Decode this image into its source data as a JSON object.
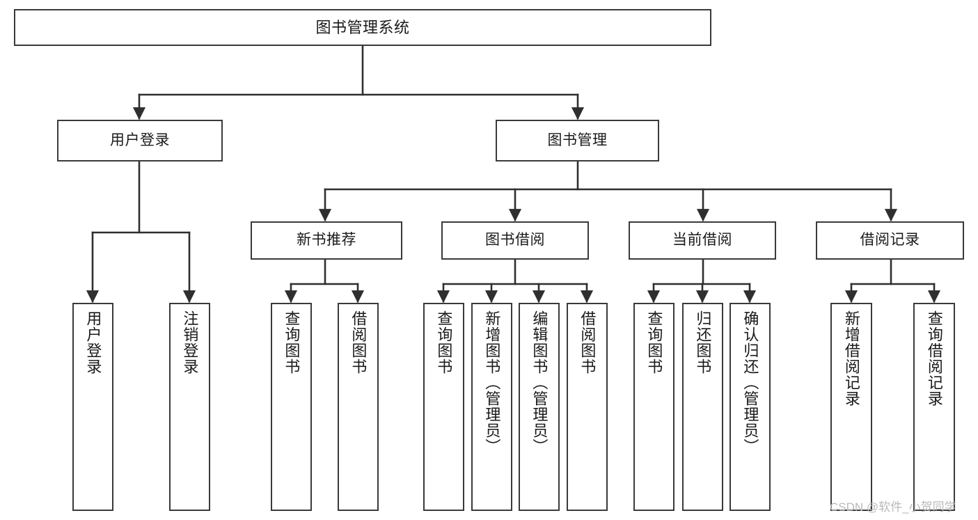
{
  "diagram": {
    "type": "tree-hierarchy",
    "title": "图书管理系统",
    "orientation": "top-down",
    "colors": {
      "box_border": "#3a3a3a",
      "box_fill": "#ffffff",
      "edge": "#2f2f2f",
      "text": "#1a1a1a",
      "watermark": "#b9b9b9",
      "background": "#ffffff"
    }
  },
  "nodes": {
    "root": {
      "label": "图书管理系统"
    },
    "level2": [
      {
        "id": "user-login",
        "label": "用户登录"
      },
      {
        "id": "book-manage",
        "label": "图书管理"
      }
    ],
    "level3": [
      {
        "id": "new-book-recommend",
        "label": "新书推荐"
      },
      {
        "id": "book-borrow",
        "label": "图书借阅"
      },
      {
        "id": "current-borrow",
        "label": "当前借阅"
      },
      {
        "id": "borrow-record",
        "label": "借阅记录"
      }
    ],
    "leaves": [
      {
        "id": "leaf-user-login",
        "label": "用户登录",
        "parent": "user-login"
      },
      {
        "id": "leaf-user-logout",
        "label": "注销登录",
        "parent": "user-login"
      },
      {
        "id": "leaf-query-book-1",
        "label": "查询图书",
        "parent": "new-book-recommend"
      },
      {
        "id": "leaf-borrow-book-1",
        "label": "借阅图书",
        "parent": "new-book-recommend"
      },
      {
        "id": "leaf-query-book-2",
        "label": "查询图书",
        "parent": "book-borrow"
      },
      {
        "id": "leaf-add-book",
        "label": "新增图书（管理员）",
        "parent": "book-borrow"
      },
      {
        "id": "leaf-edit-book",
        "label": "编辑图书（管理员）",
        "parent": "book-borrow"
      },
      {
        "id": "leaf-borrow-book-2",
        "label": "借阅图书",
        "parent": "book-borrow"
      },
      {
        "id": "leaf-query-book-3",
        "label": "查询图书",
        "parent": "current-borrow"
      },
      {
        "id": "leaf-return-book",
        "label": "归还图书",
        "parent": "current-borrow"
      },
      {
        "id": "leaf-confirm-return",
        "label": "确认归还（管理员）",
        "parent": "current-borrow"
      },
      {
        "id": "leaf-add-borrow-record",
        "label": "新增借阅记录",
        "parent": "borrow-record"
      },
      {
        "id": "leaf-query-borrow-record",
        "label": "查询借阅记录",
        "parent": "borrow-record"
      }
    ]
  },
  "watermark": {
    "text": "CSDN @软件_小贺同学"
  }
}
